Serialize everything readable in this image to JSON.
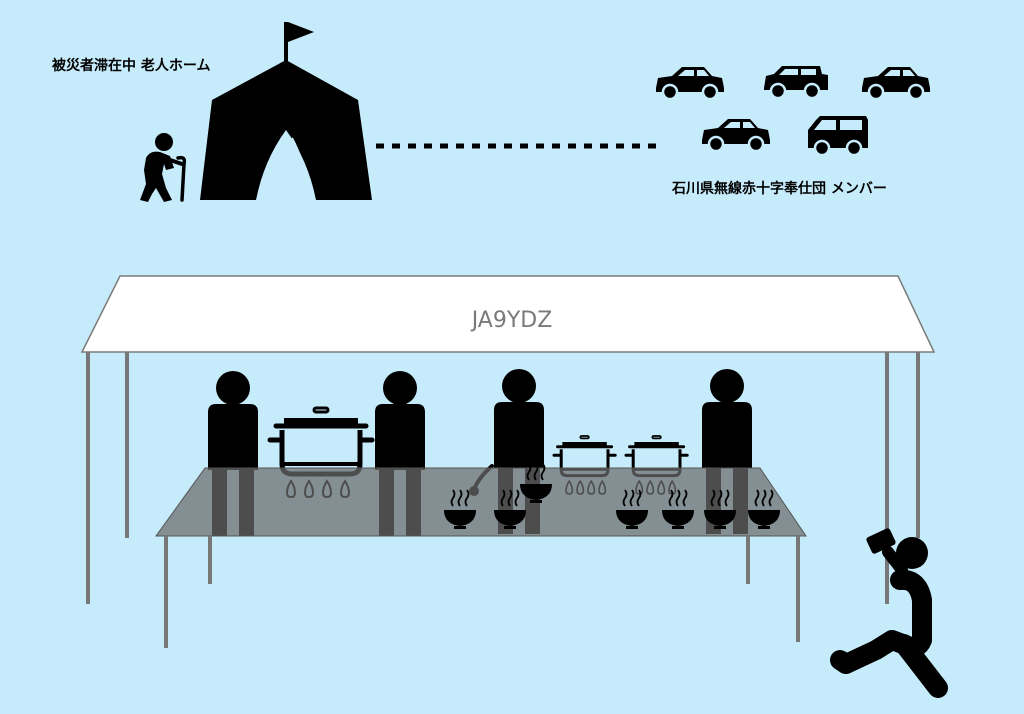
{
  "labels": {
    "shelter": "被災者滞在中 老人ホーム",
    "members": "石川県無線赤十字奉仕団 メンバー",
    "callsign": "JA9YDZ"
  },
  "colors": {
    "background": "#c6ecfb",
    "silhouette": "#000000",
    "canopy": "#ffffff",
    "canopy_stroke": "#7a7a7a",
    "callsign_text": "#7a7a7a",
    "table": "#6b6b6b",
    "pole": "#777777"
  },
  "icons": {
    "shelter": "tent-flag-icon",
    "elderly": "elderly-cane-icon",
    "vehicles": "car-icon",
    "people": "person-icon",
    "cooking": "cooking-pot-burner-icon",
    "soup": "steaming-bowl-icon",
    "photographer": "kneeling-photographer-icon"
  }
}
